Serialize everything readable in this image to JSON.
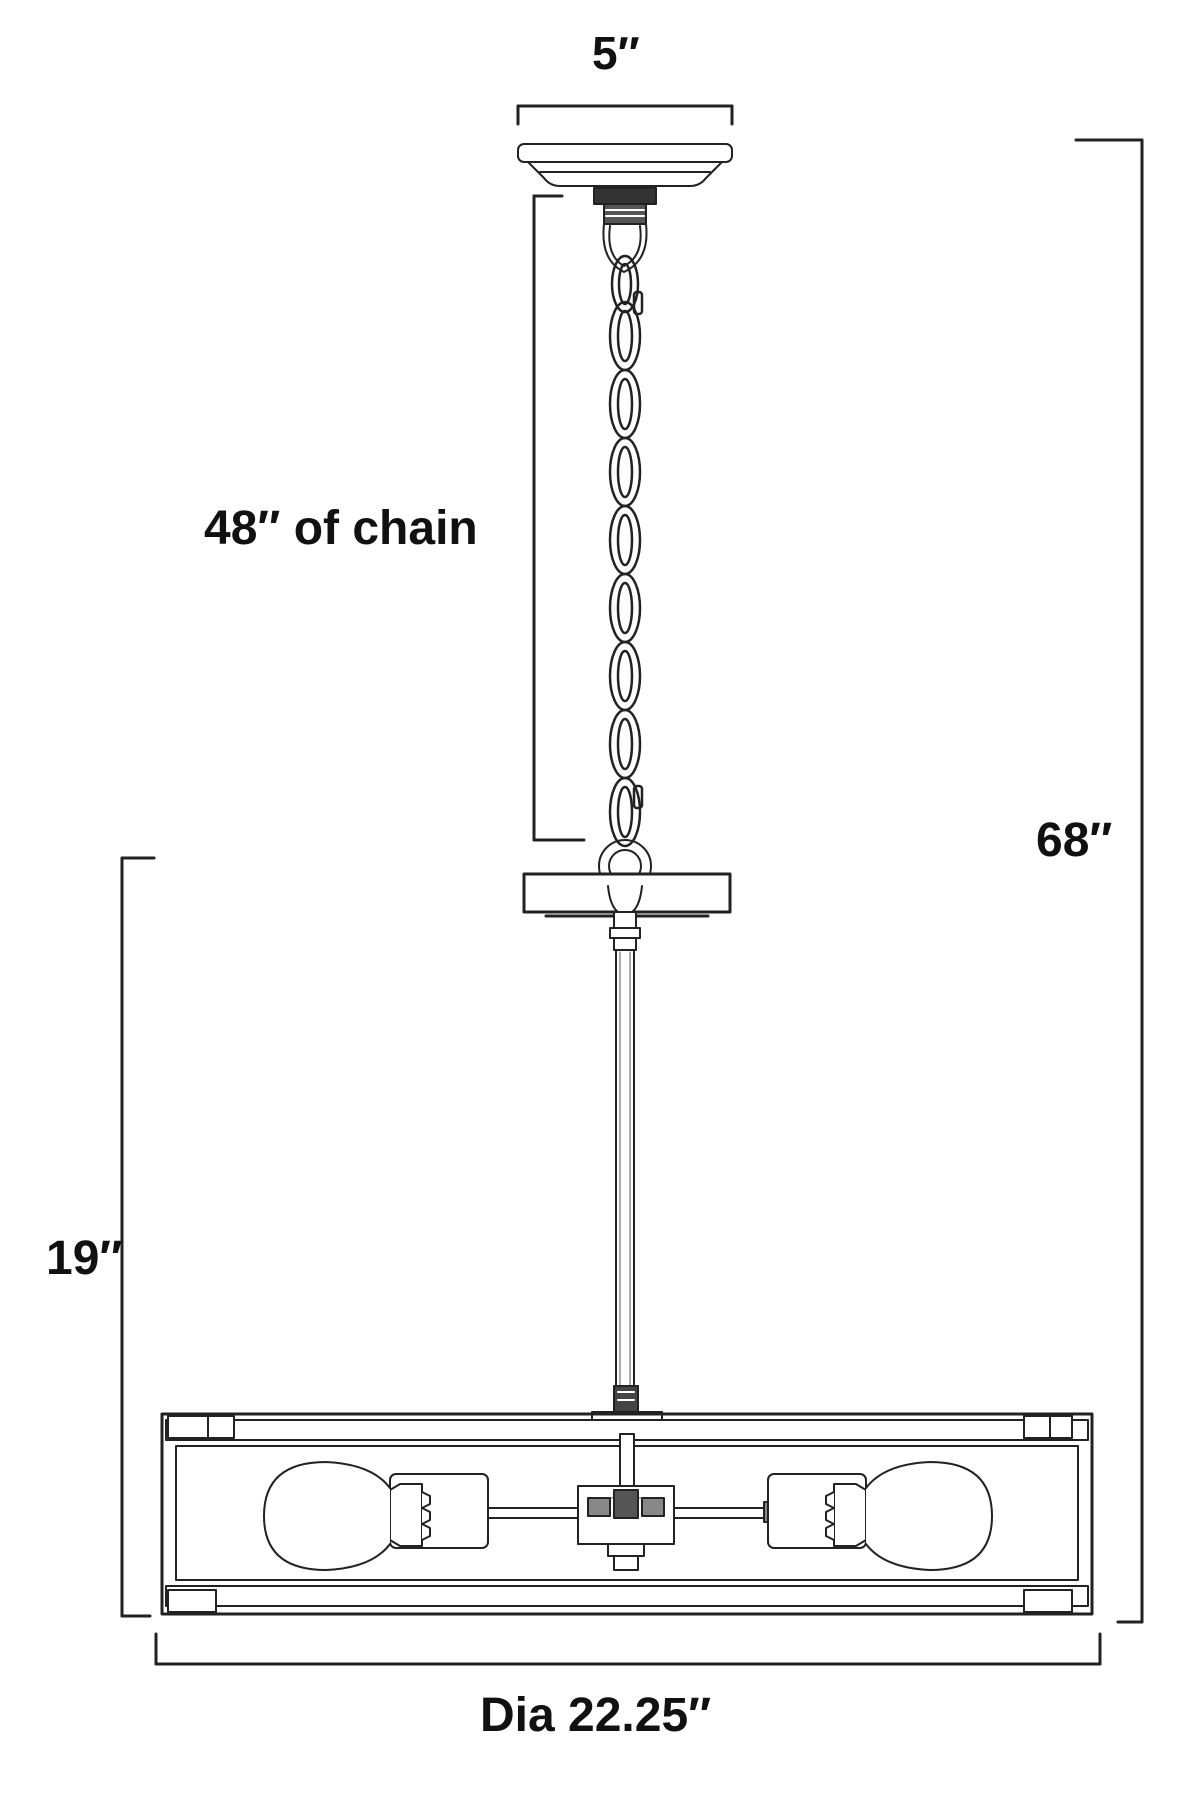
{
  "labels": {
    "top_width": "5″",
    "chain_length": "48″  of chain",
    "overall_height": "68″",
    "fixture_height": "19″",
    "diameter": "Dia  22.25″"
  }
}
